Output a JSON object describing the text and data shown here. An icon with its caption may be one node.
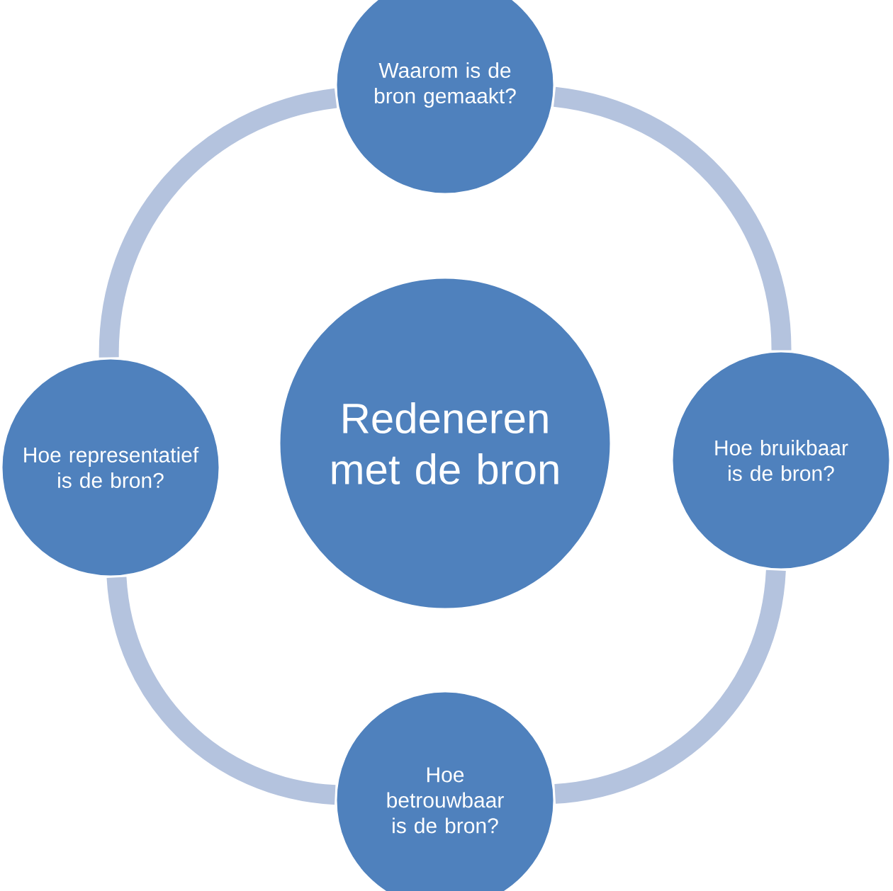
{
  "diagram": {
    "nodes": [
      {
        "text": [
          "Redeneren met de bron"
        ]
      },
      {
        "text": [
          "Waarom is de bron gemaakt?"
        ]
      },
      {
        "text": [
          "Hoe bruikbaar is de bron?"
        ]
      },
      {
        "text": [
          "Hoe betrouwbaar is de bron?"
        ]
      },
      {
        "text": [
          "Hoe representatief is de bron?"
        ]
      }
    ],
    "edges": [
      {
        "from": 1,
        "to": 2,
        "arrow": "none"
      },
      {
        "from": 2,
        "to": 3,
        "arrow": "none"
      },
      {
        "from": 3,
        "to": 4,
        "arrow": "none"
      },
      {
        "from": 4,
        "to": 1,
        "arrow": "none"
      }
    ]
  }
}
